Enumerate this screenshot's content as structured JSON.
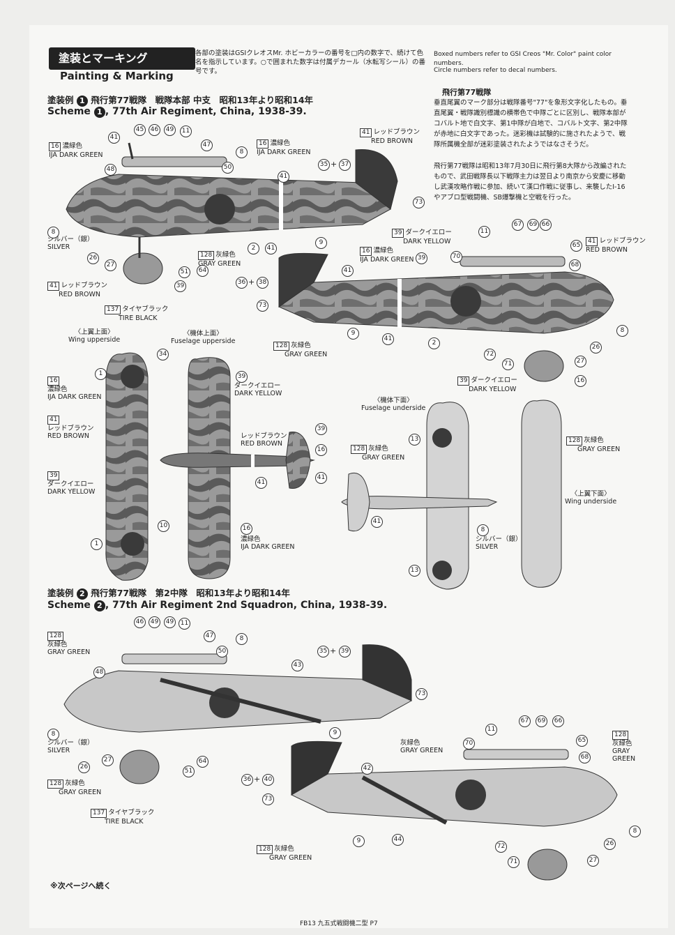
{
  "header": {
    "title_jp": "塗装とマーキング",
    "title_en": "Painting & Marking",
    "note_jp": "各部の塗装はGSIクレオスMr. ホビーカラーの番号を□内の数字で、続けて色名を指示しています。○で囲まれた数字は付属デカール（水転写シール）の番号です。",
    "note_en_1": "Boxed numbers refer to GSI Creos \"Mr. Color\" paint color numbers.",
    "note_en_2": "Circle numbers refer to decal numbers."
  },
  "history": {
    "heading": "飛行第77戦隊",
    "para1": "垂直尾翼のマーク部分は戦隊番号\"77\"を象形文字化したもの。垂直尾翼・戦隊識別標識の横帯色で中隊ごとに区別し、戦隊本部がコバルト地で白文字、第1中隊が白地で、コバルト文字、第2中隊が赤地に白文字であった。迷彩機は試験的に施されたようで、戦隊所属機全部が迷彩塗装されたようではなさそうだ。",
    "para2": "飛行第77戦隊は昭和13年7月30日に飛行第8大隊から改編されたもので、武田戦隊長以下戦隊主力は翌日より南京から安慶に移動し武漢攻略作戦に参加、続いて漢口作戦に従事し、来襲したI-16やアブロ型戦闘機、SB爆撃機と空戦を行った。"
  },
  "scheme1": {
    "num": "1",
    "title_jp_a": "塗装例",
    "title_jp_b": "飛行第77戦隊　戦隊本部 中支　昭和13年より昭和14年",
    "title_en_a": "Scheme",
    "title_en_b": ", 77th Air Regiment, China, 1938-39."
  },
  "scheme2": {
    "num": "2",
    "title_jp_a": "塗装例",
    "title_jp_b": "飛行第77戦隊　第2中隊　昭和13年より昭和14年",
    "title_en_a": "Scheme",
    "title_en_b": ", 77th Air Regiment 2nd Squadron, China, 1938-39."
  },
  "colors": {
    "c16": {
      "num": "16",
      "jp": "濃緑色",
      "en": "IJA DARK GREEN"
    },
    "c41": {
      "num": "41",
      "jp": "レッドブラウン",
      "en": "RED BROWN"
    },
    "c39": {
      "num": "39",
      "jp": "ダークイエロー",
      "en": "DARK YELLOW"
    },
    "c128": {
      "num": "128",
      "jp": "灰緑色",
      "en": "GRAY GREEN"
    },
    "c137": {
      "num": "137",
      "jp": "タイヤブラック",
      "en": "TIRE BLACK"
    },
    "c8": {
      "num": "8",
      "jp": "シルバー（銀）",
      "en": "SILVER"
    }
  },
  "views": {
    "wing_upper_jp": "〈上翼上面〉",
    "wing_upper_en": "Wing upperside",
    "fus_upper_jp": "〈機体上面〉",
    "fus_upper_en": "Fuselage upperside",
    "fus_under_jp": "〈機体下面〉",
    "fus_under_en": "Fuselage underside",
    "wing_under_jp": "〈上翼下面〉",
    "wing_under_en": "Wing underside"
  },
  "gray_green_en": [
    "GRAY",
    "GREEN"
  ],
  "decals": {
    "d45": "45",
    "d46": "46",
    "d49": "49",
    "d11": "11",
    "d47": "47",
    "d50": "50",
    "d48": "48",
    "d41": "41",
    "d8": "8",
    "d35": "35",
    "d37": "37",
    "d73": "73",
    "d2": "2",
    "d9": "9",
    "d26": "26",
    "d27": "27",
    "d51": "51",
    "d64": "64",
    "d67": "67",
    "d69": "69",
    "d66": "66",
    "d65": "65",
    "d68": "68",
    "d70": "70",
    "d36": "36",
    "d38": "38",
    "d72": "72",
    "d71": "71",
    "d34": "34",
    "d1": "1",
    "d10": "10",
    "d13": "13",
    "d40": "40",
    "d43": "43",
    "d42": "42",
    "d44": "44",
    "d16": "16",
    "d39": "39"
  },
  "plus": "+",
  "footer": {
    "continue": "※次ページへ続く",
    "code": "FB13 九五式戦闘機二型 P7"
  },
  "palette": {
    "dark_green": "#3b3b3b",
    "mid": "#8a8a8a",
    "light": "#c9c9c9",
    "paper": "#f7f7f5",
    "ink": "#222222"
  }
}
